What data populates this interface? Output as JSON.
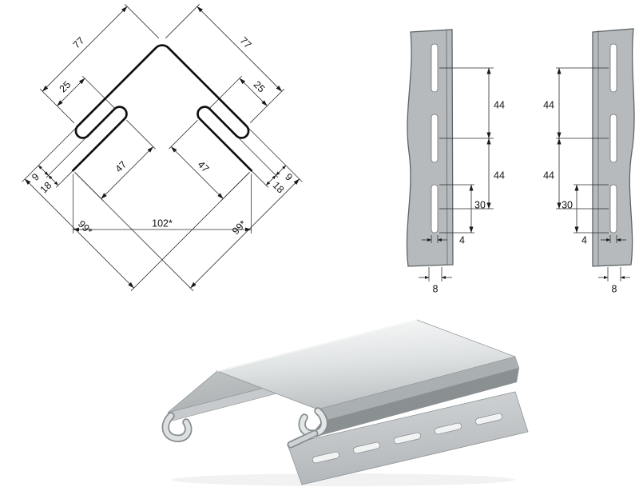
{
  "colors": {
    "line": "#1a1a1a",
    "profile": "#101010",
    "strip_fill": "#b6babc",
    "strip_edge": "#5f6466",
    "render_light": "#fafbfb",
    "render_dark": "#b7bbbd",
    "slot_fill": "#ffffff"
  },
  "section": {
    "dim_face_left": "77",
    "dim_face_right": "77",
    "dim_return_left": "25",
    "dim_return_right": "25",
    "dim_flange_left": "47",
    "dim_flange_right": "47",
    "dim_hem_left": "9",
    "dim_depth_left": "18",
    "dim_hem_right": "9",
    "dim_depth_right": "18",
    "dim_span": "102*",
    "dim_overall_left": "99*",
    "dim_overall_right": "99*"
  },
  "flange_view_left": {
    "dim_pitch_top": "44",
    "dim_pitch_bottom": "44",
    "dim_slot_length": "30",
    "dim_slot_width": "4",
    "dim_edge_width": "8"
  },
  "flange_view_right": {
    "dim_pitch_top": "44",
    "dim_pitch_bottom": "44",
    "dim_slot_length": "30",
    "dim_slot_width": "4",
    "dim_edge_width": "8"
  }
}
